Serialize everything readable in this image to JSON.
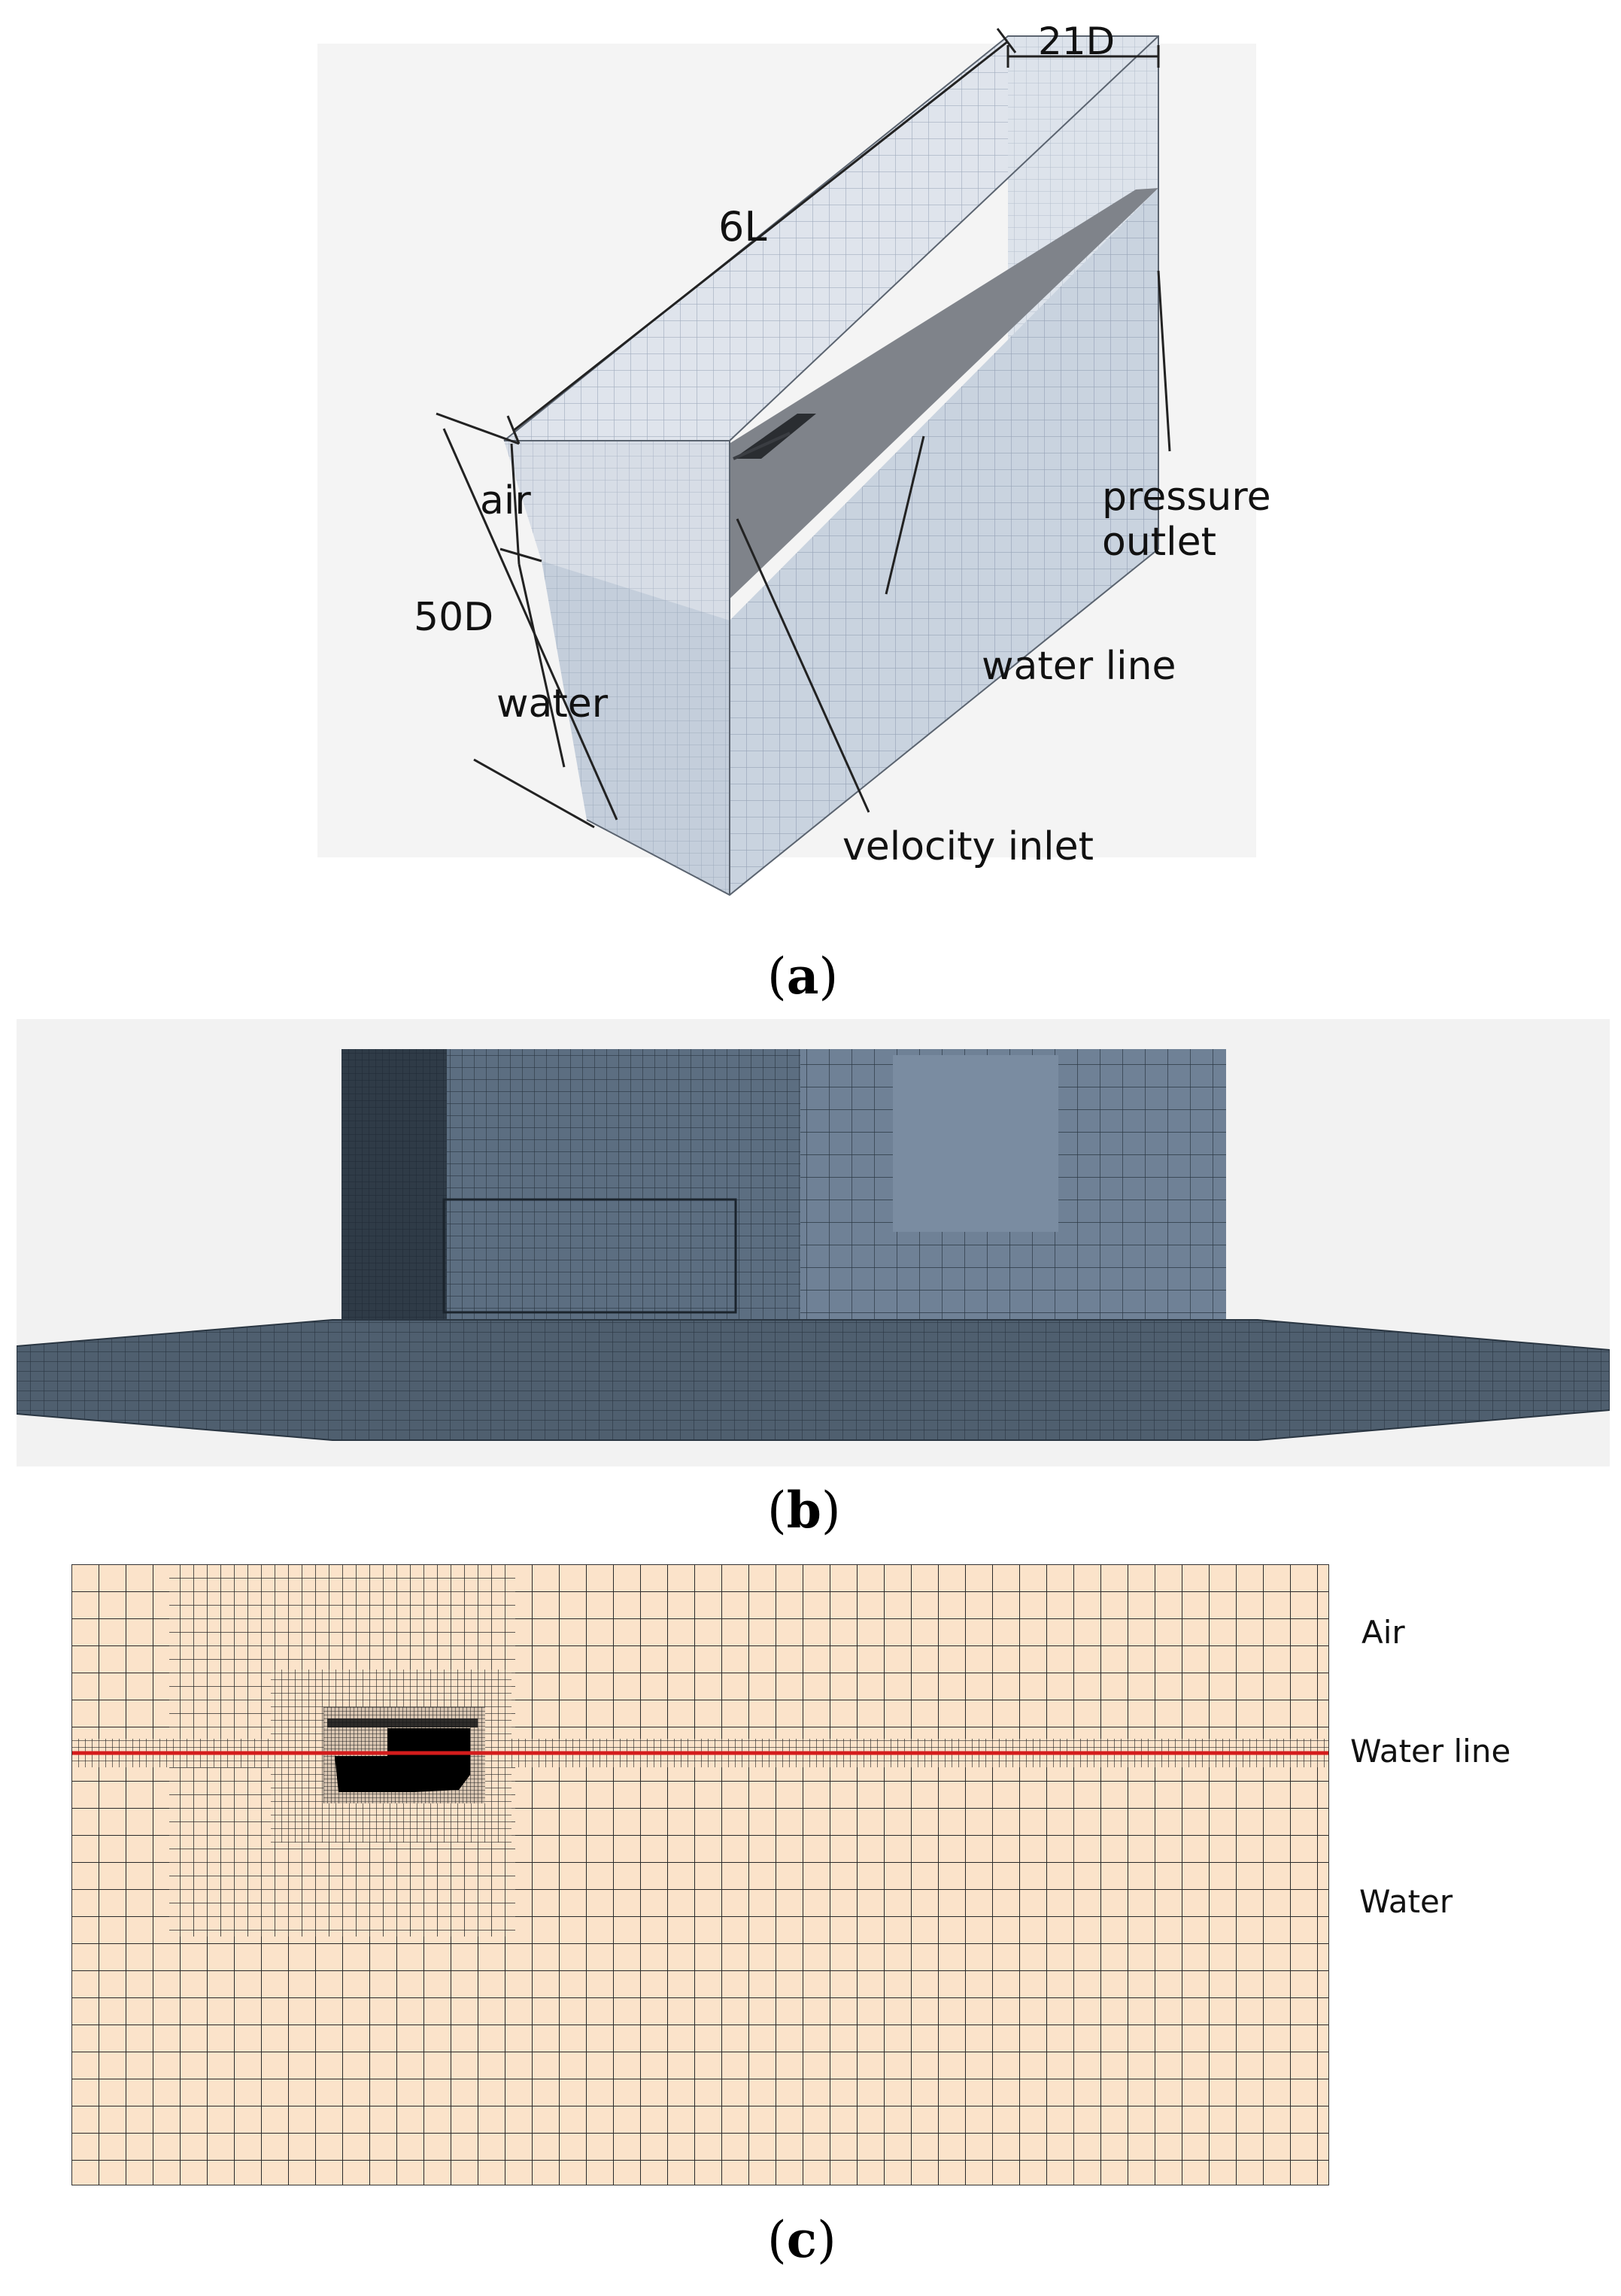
{
  "panel_a": {
    "caption_letter": "a",
    "labels": {
      "width": "21D",
      "length": "6L",
      "air": "air",
      "height": "50D",
      "water": "water",
      "pressure": "pressure",
      "outlet": "outlet",
      "water_line": "water line",
      "velocity_inlet": "velocity inlet"
    },
    "colors": {
      "air_face": "#dfe4ec",
      "water_face": "#c9d3df",
      "free_surface": "#7f838a",
      "grid": "#8e9cb0"
    }
  },
  "panel_b": {
    "caption_letter": "b",
    "colors": {
      "hull": "#4f5f6f",
      "sail_dark": "#2f3b47",
      "sail_light": "#6f8196",
      "mesh": "#1f2a34",
      "background": "#f2f2f2"
    }
  },
  "panel_c": {
    "caption_letter": "c",
    "labels": {
      "air": "Air",
      "water_line": "Water line",
      "water": "Water"
    },
    "colors": {
      "background": "#fbe3ca",
      "grid": "#2a2a2a",
      "waterline": "#d41c1c",
      "body": "#000000"
    }
  }
}
